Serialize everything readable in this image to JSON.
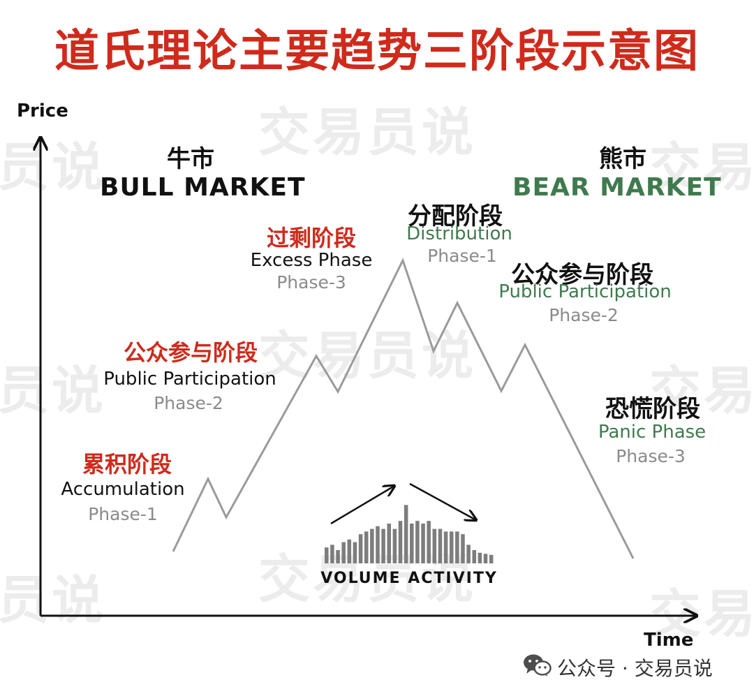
{
  "title": "道氏理论主要趋势三阶段示意图",
  "axes": {
    "y_label": "Price",
    "x_label": "Time"
  },
  "bull": {
    "cn": "牛市",
    "en": "BULL MARKET"
  },
  "bear": {
    "cn": "熊市",
    "en": "BEAR MARKET"
  },
  "bull_phases": [
    {
      "cn": "累积阶段",
      "en": "Accumulation",
      "phase": "Phase-1"
    },
    {
      "cn": "公众参与阶段",
      "en": "Public Participation",
      "phase": "Phase-2"
    },
    {
      "cn": "过剩阶段",
      "en": "Excess Phase",
      "phase": "Phase-3"
    }
  ],
  "bear_phases": [
    {
      "cn": "分配阶段",
      "en": "Distribution",
      "phase": "Phase-1"
    },
    {
      "cn": "公众参与阶段",
      "en": "Public Participation",
      "phase": "Phase-2"
    },
    {
      "cn": "恐慌阶段",
      "en": "Panic Phase",
      "phase": "Phase-3"
    }
  ],
  "volume": {
    "label": "VOLUME ACTIVITY",
    "bars": [
      3,
      3.5,
      2.5,
      4,
      4.5,
      4,
      5.5,
      6,
      6.5,
      7,
      6.5,
      7.5,
      6.5,
      8,
      11,
      7.5,
      8,
      7.5,
      8,
      6.5,
      6.5,
      6,
      6,
      6,
      5.5,
      3.5,
      2.5,
      2,
      1.8,
      1.6
    ]
  },
  "watermark": "交易员说",
  "footer": {
    "text": "公众号 · 交易员说",
    "icon": "wechat-icon"
  },
  "colors": {
    "title_red": "#cf2a1b",
    "bull_red": "#cf2a1b",
    "bear_green": "#3f7a4e",
    "line_gray": "#9a9a9a",
    "bar_gray": "#7d7d7d"
  }
}
